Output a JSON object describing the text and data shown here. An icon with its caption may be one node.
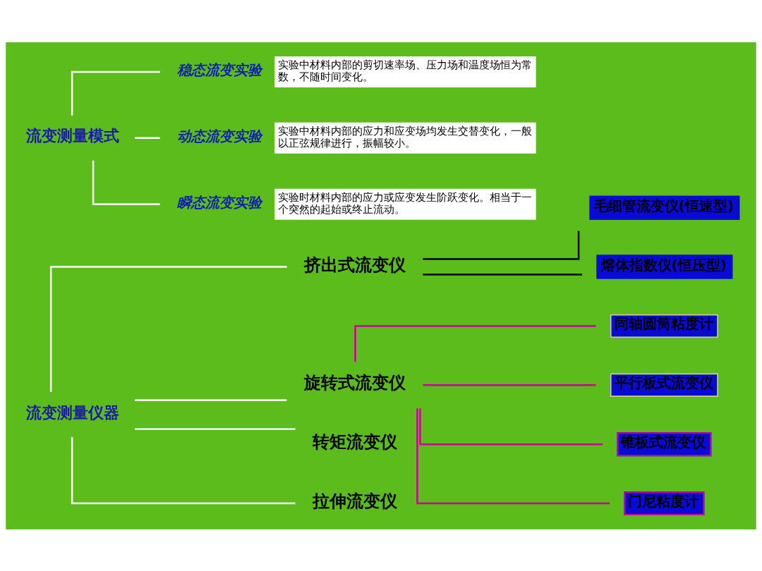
{
  "diagram": {
    "nodes": [
      {
        "text": [
          "流变测量仪器"
        ]
      },
      {
        "text": [
          "挤出式流变仪"
        ]
      },
      {
        "text": [
          "旋转式流变仪"
        ]
      },
      {
        "text": [
          "转矩流变仪"
        ]
      },
      {
        "text": [
          "拉伸流变仪"
        ]
      },
      {
        "text": [
          "毛细管流变仪(恒速型)"
        ]
      },
      {
        "text": [
          "熔体指数仪(恒压型)"
        ]
      },
      {
        "text": [
          "同轴圆筒粘度计"
        ]
      },
      {
        "text": [
          "平行板式流变仪"
        ]
      },
      {
        "text": [
          "锥板式流变仪"
        ]
      },
      {
        "text": [
          "门尼粘度计"
        ]
      },
      {
        "text": [
          "流变测量模式"
        ]
      },
      {
        "text": [
          "稳态流变实验",
          "实验中材料内部的剪切速率场、压力场和温度场恒为常数，不随时间变化。"
        ]
      },
      {
        "text": [
          "动态流变实验",
          "实验中材料内部的应力和应变场均发生交替变化，一般以正弦规律进行，振幅较小。"
        ]
      },
      {
        "text": [
          "瞬态流变实验",
          "实验时材料内部的应力或应变发生阶跃变化。相当于一个突然的起始或终止流动。"
        ]
      }
    ],
    "edges": [
      {
        "from": 0,
        "to": 1,
        "arrow": "none"
      },
      {
        "from": 0,
        "to": 2,
        "arrow": "none"
      },
      {
        "from": 0,
        "to": 3,
        "arrow": "none"
      },
      {
        "from": 0,
        "to": 4,
        "arrow": "none"
      },
      {
        "from": 1,
        "to": 5,
        "arrow": "none",
        "color": "#000000"
      },
      {
        "from": 1,
        "to": 6,
        "arrow": "none",
        "color": "#000000"
      },
      {
        "from": 2,
        "to": 7,
        "arrow": "none",
        "color": "#cc0099"
      },
      {
        "from": 2,
        "to": 8,
        "arrow": "none",
        "color": "#cc0099"
      },
      {
        "from": 2,
        "to": 9,
        "arrow": "none",
        "color": "#cc0099"
      },
      {
        "from": 2,
        "to": 10,
        "arrow": "none",
        "color": "#cc0099"
      },
      {
        "from": 11,
        "to": 12,
        "arrow": "none"
      },
      {
        "from": 11,
        "to": 13,
        "arrow": "none"
      },
      {
        "from": 11,
        "to": 14,
        "arrow": "none"
      }
    ]
  }
}
